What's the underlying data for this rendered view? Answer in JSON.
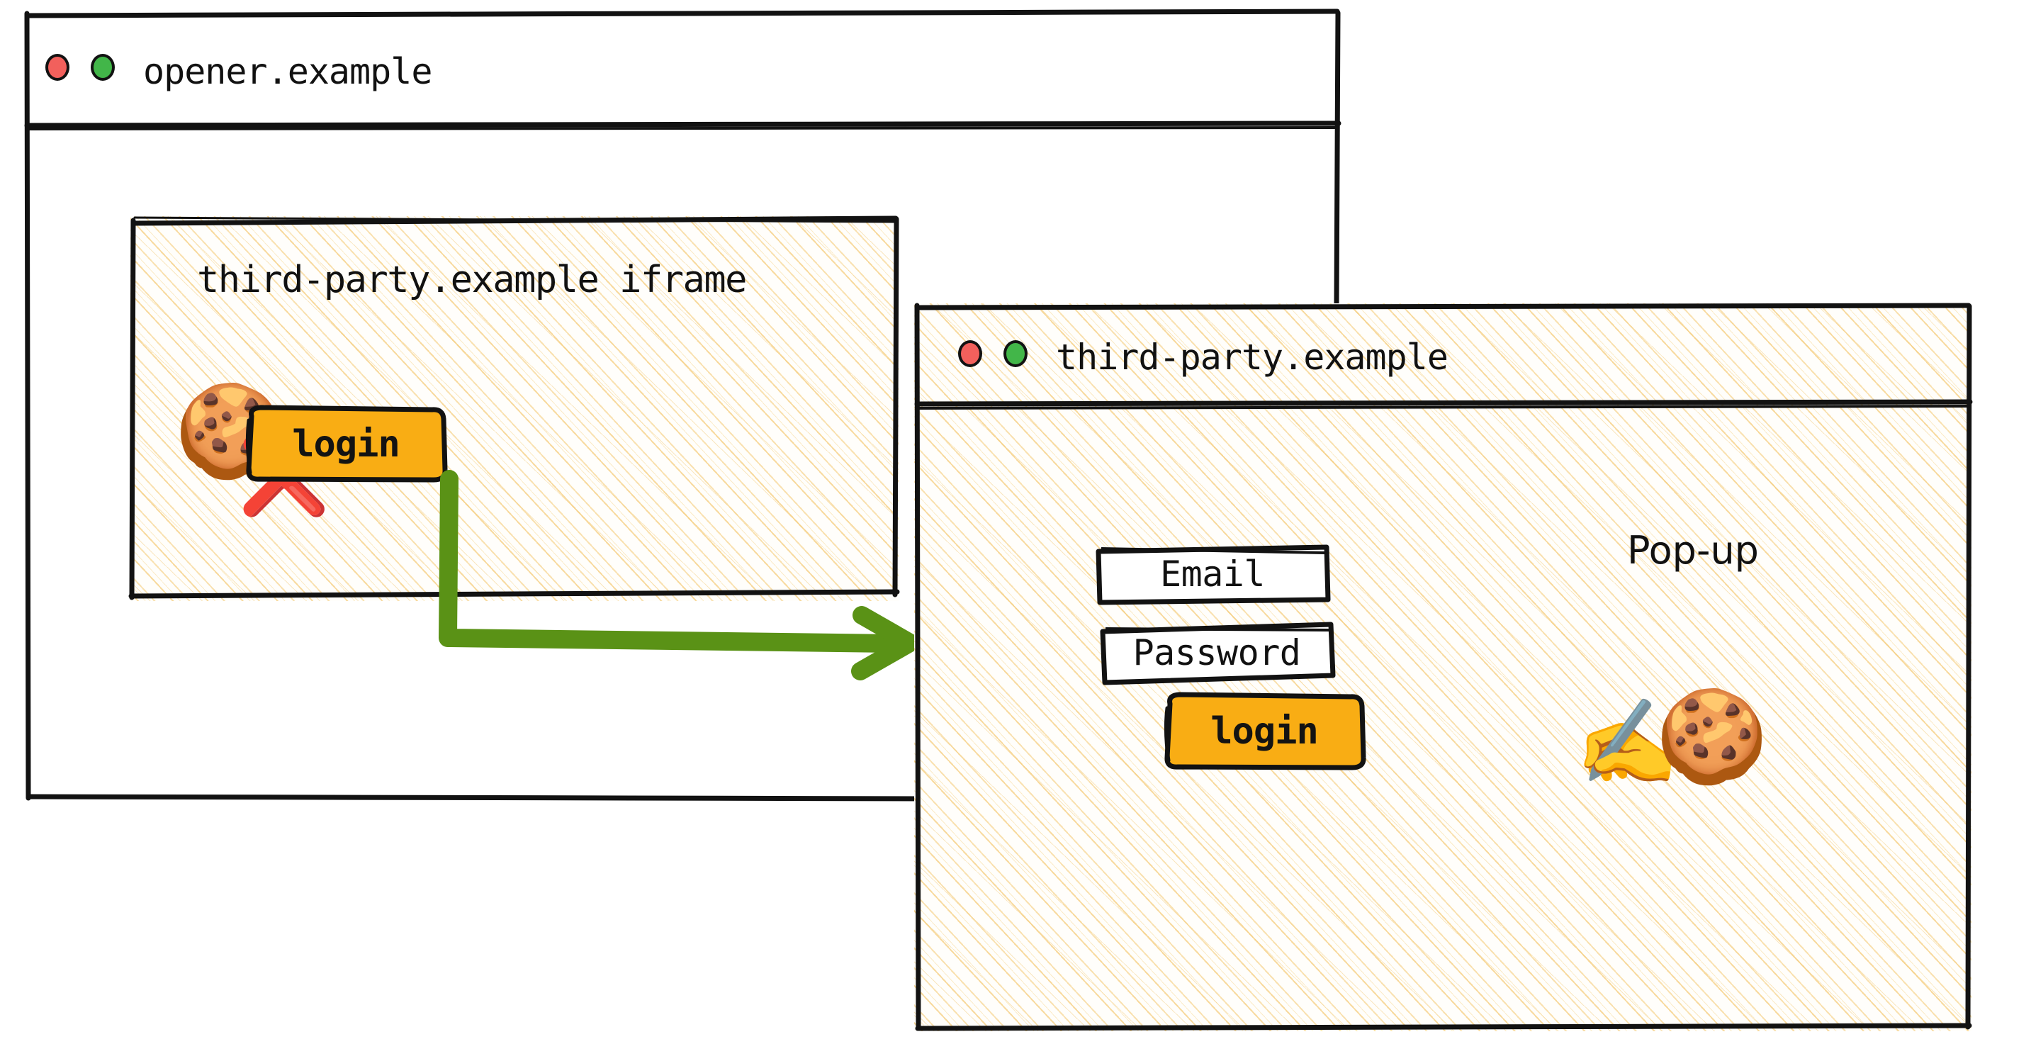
{
  "colors": {
    "accent_green": "#5a9216",
    "button_amber": "#f9ad14",
    "dot_red": "#f2605c",
    "dot_green": "#42b649",
    "stroke_black": "#121212",
    "hatch_amber": "#f3c466",
    "cross_red": "#d32f2f"
  },
  "opener_window": {
    "name": "opener-window",
    "title": "opener.example",
    "traffic_lights": [
      {
        "name": "close-dot",
        "color": "red"
      },
      {
        "name": "maximize-dot",
        "color": "green"
      }
    ],
    "iframe": {
      "label": "third-party.example iframe",
      "cookie_icon": "🍪",
      "cross_icon": "❌",
      "cookie_blocked_meaning": "third-party cookie blocked",
      "login_button": "login"
    }
  },
  "arrow": {
    "name": "flow-arrow",
    "meaning": "clicking login in the iframe opens a pop-up",
    "color": "#5a9216"
  },
  "popup_window": {
    "name": "popup-window",
    "title": "third-party.example",
    "caption": "Pop-up",
    "traffic_lights": [
      {
        "name": "close-dot",
        "color": "red"
      },
      {
        "name": "maximize-dot",
        "color": "green"
      }
    ],
    "fields": [
      {
        "name": "email-field",
        "label": "Email"
      },
      {
        "name": "password-field",
        "label": "Password"
      }
    ],
    "login_button": "login",
    "writing_hand_icon": "✍️",
    "cookie_icon": "🍪",
    "cookie_set_meaning": "first-party cookie written in the pop-up"
  }
}
